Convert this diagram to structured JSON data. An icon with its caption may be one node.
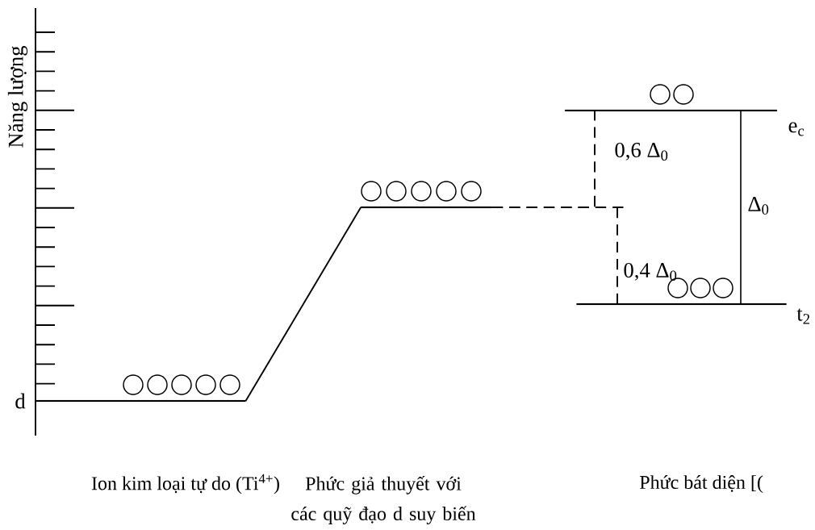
{
  "diagram": {
    "nodes": [
      {
        "text": [],
        "shape": "bar",
        "beside": [
          "d"
        ]
      },
      {
        "text": [],
        "shape": "bar"
      },
      {
        "text": [],
        "shape": "bar",
        "beside": [
          "e$_{c}$"
        ]
      },
      {
        "text": [],
        "shape": "bar",
        "beside": [
          "t$_{2}$"
        ]
      }
    ],
    "edges": [
      {
        "from": 0,
        "to": 1,
        "arrow": "none"
      },
      {
        "from": 1,
        "to": 2,
        "arrow": "none",
        "style": "dashed"
      },
      {
        "from": 1,
        "to": 3,
        "arrow": "none",
        "style": "dashed"
      }
    ],
    "labels": [
      "Năng lượng",
      "0,6 Δ$_{0}$",
      "Δ$_{0}$",
      "0,4 Δ$_{0}$",
      "Ion kim loại tự do (Ti$^{4+}$)",
      "Phức giả thuyết với các quỹ đạo d suy biến",
      "Phức bát diện [("
    ]
  }
}
